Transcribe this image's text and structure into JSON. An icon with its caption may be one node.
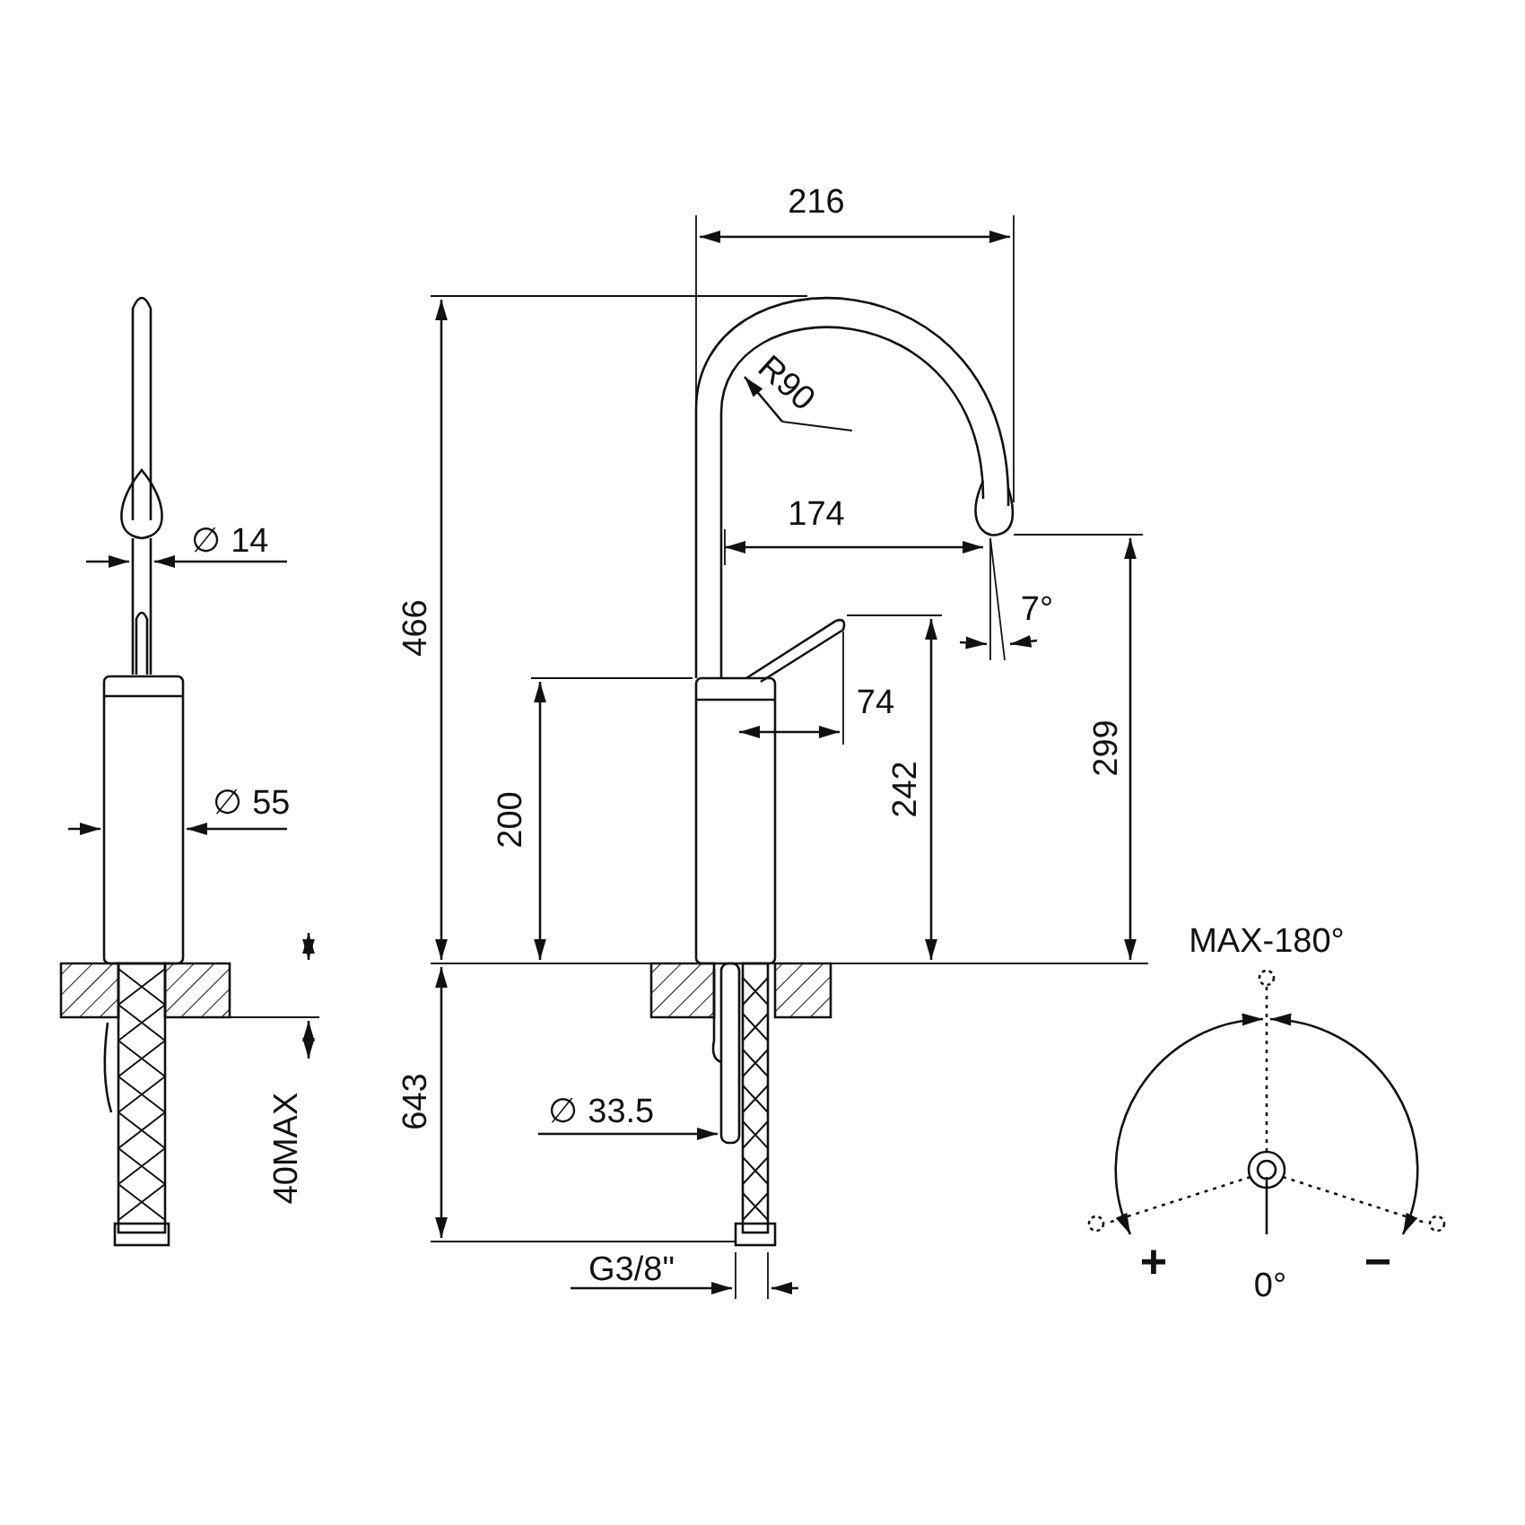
{
  "diagram": {
    "labels": [
      "216",
      "R90",
      "∅ 14",
      "174",
      "7°",
      "466",
      "74",
      "∅ 55",
      "200",
      "242",
      "299",
      "MAX-180°",
      "643",
      "40MAX",
      "∅ 33.5",
      "G3/8\"",
      "+",
      "−",
      "0°"
    ]
  }
}
